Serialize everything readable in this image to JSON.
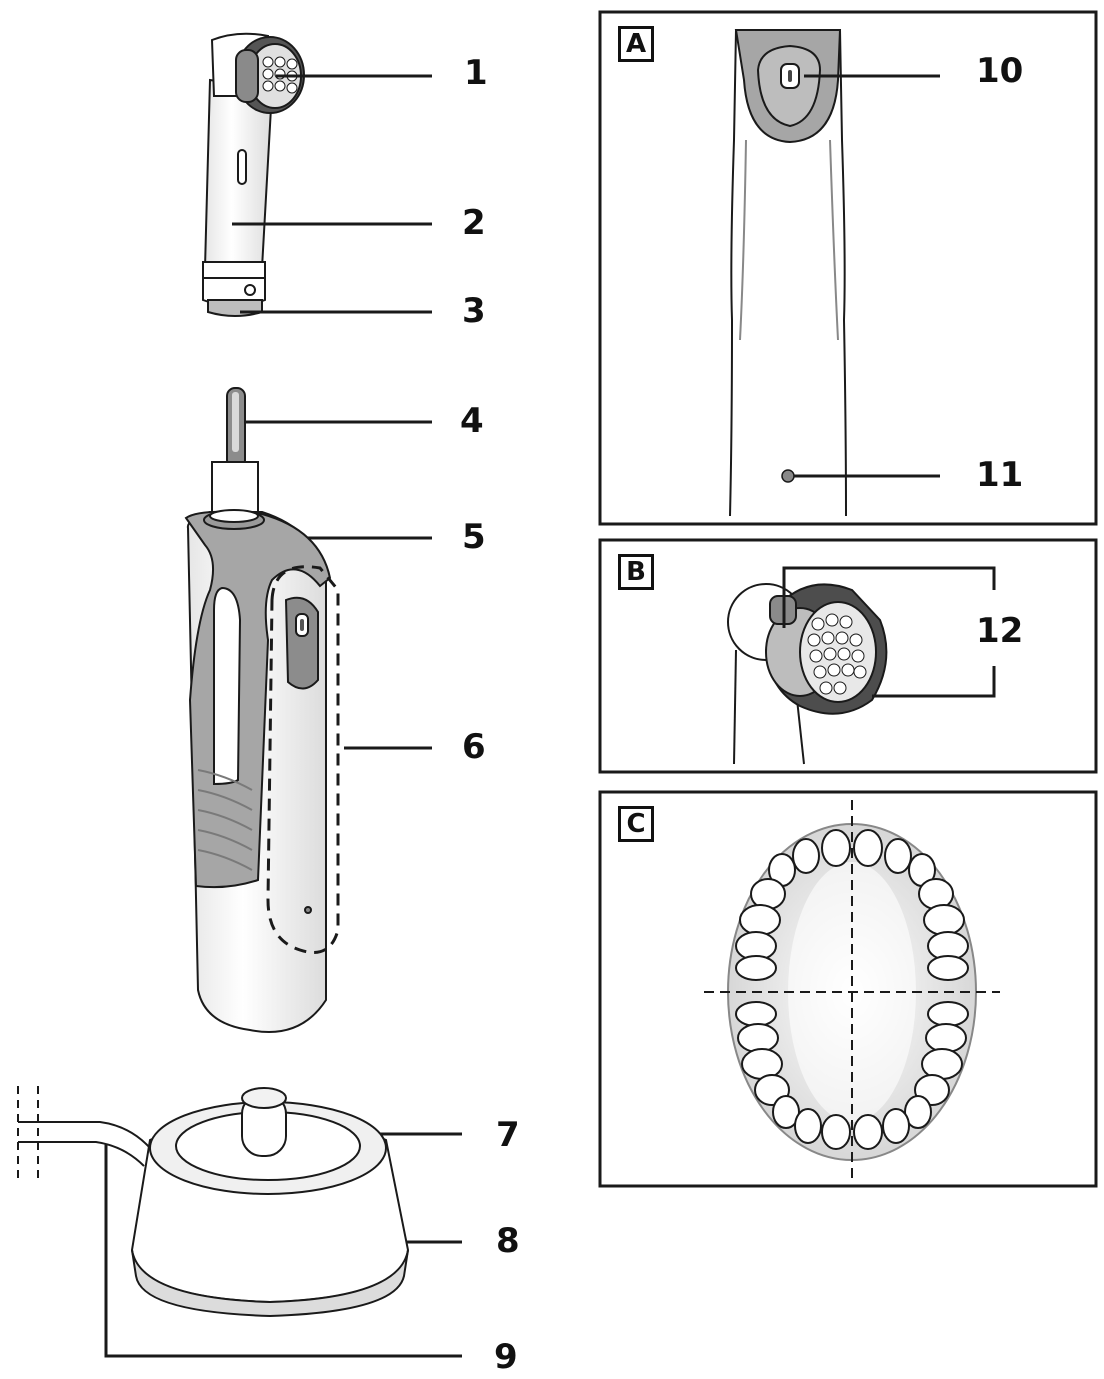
{
  "callouts": {
    "c1": "1",
    "c2": "2",
    "c3": "3",
    "c4": "4",
    "c5": "5",
    "c6": "6",
    "c7": "7",
    "c8": "8",
    "c9": "9",
    "c10": "10",
    "c11": "11",
    "c12": "12"
  },
  "panels": {
    "a": "A",
    "b": "B",
    "c": "C"
  },
  "colors": {
    "line": "#1a1a1a",
    "grip": "#a6a6a6",
    "body": "#ffffff",
    "shade": "#d4d4d4"
  }
}
